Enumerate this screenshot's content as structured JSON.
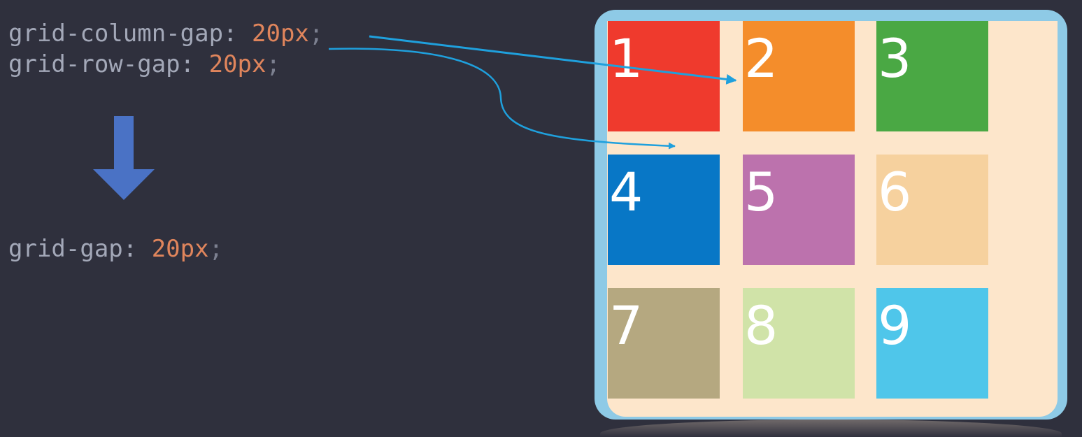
{
  "code": {
    "line1": {
      "prop": "grid-column-gap: ",
      "value": "20px",
      "semi": ";"
    },
    "line2": {
      "prop": "grid-row-gap: ",
      "value": "20px",
      "semi": ";"
    },
    "line3": {
      "prop": "grid-gap: ",
      "value": "20px",
      "semi": ";"
    }
  },
  "grid": {
    "cells": [
      {
        "label": "1",
        "color": "#ef3a2d"
      },
      {
        "label": "2",
        "color": "#f48d2b"
      },
      {
        "label": "3",
        "color": "#4aa844"
      },
      {
        "label": "4",
        "color": "#0877c6"
      },
      {
        "label": "5",
        "color": "#bc72ad"
      },
      {
        "label": "6",
        "color": "#f6d19e"
      },
      {
        "label": "7",
        "color": "#b5a880"
      },
      {
        "label": "8",
        "color": "#d0e3a8"
      },
      {
        "label": "9",
        "color": "#4fc6ea"
      }
    ]
  },
  "colors": {
    "background": "#2f303d",
    "code_text": "#a3a8b8",
    "code_value": "#e0855c",
    "down_arrow": "#4a72c5",
    "connector": "#1fa0dd",
    "grid_border": "#8ecae6",
    "grid_background": "#fde6cb"
  }
}
